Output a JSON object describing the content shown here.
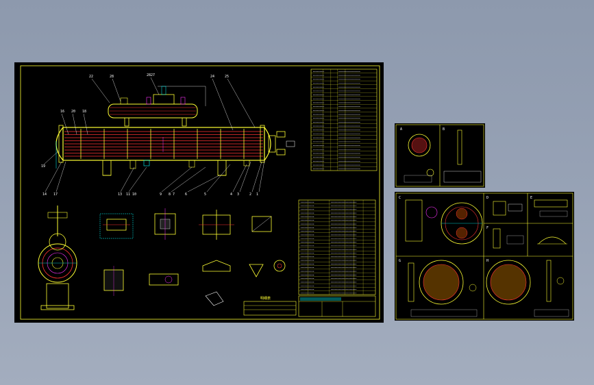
{
  "colors": {
    "background": "#949fb2",
    "sheet": "#000000",
    "frame": "#ffff33",
    "tubes": "#ff3333",
    "baffles": "#ffff33",
    "leaders": "#ffffff",
    "accent_cyan": "#00ffff",
    "accent_magenta": "#ff33ff",
    "accent_green": "#33ff33"
  },
  "main_sheet": {
    "top_callouts": [
      "22",
      "28",
      "2827",
      "24",
      "25"
    ],
    "left_callouts": [
      "16",
      "20",
      "18",
      "19"
    ],
    "bottom_callouts": [
      "14",
      "17",
      "13",
      "11 10",
      "9",
      "8 7",
      "6",
      "5",
      "4",
      "3",
      "2",
      "1"
    ],
    "parts_table_title": "明细表"
  },
  "right_sheet_top": {
    "labels": [
      "A",
      "B"
    ]
  },
  "right_sheet_bottom": {
    "labels": [
      "C",
      "D",
      "E",
      "F",
      "G",
      "H"
    ]
  }
}
